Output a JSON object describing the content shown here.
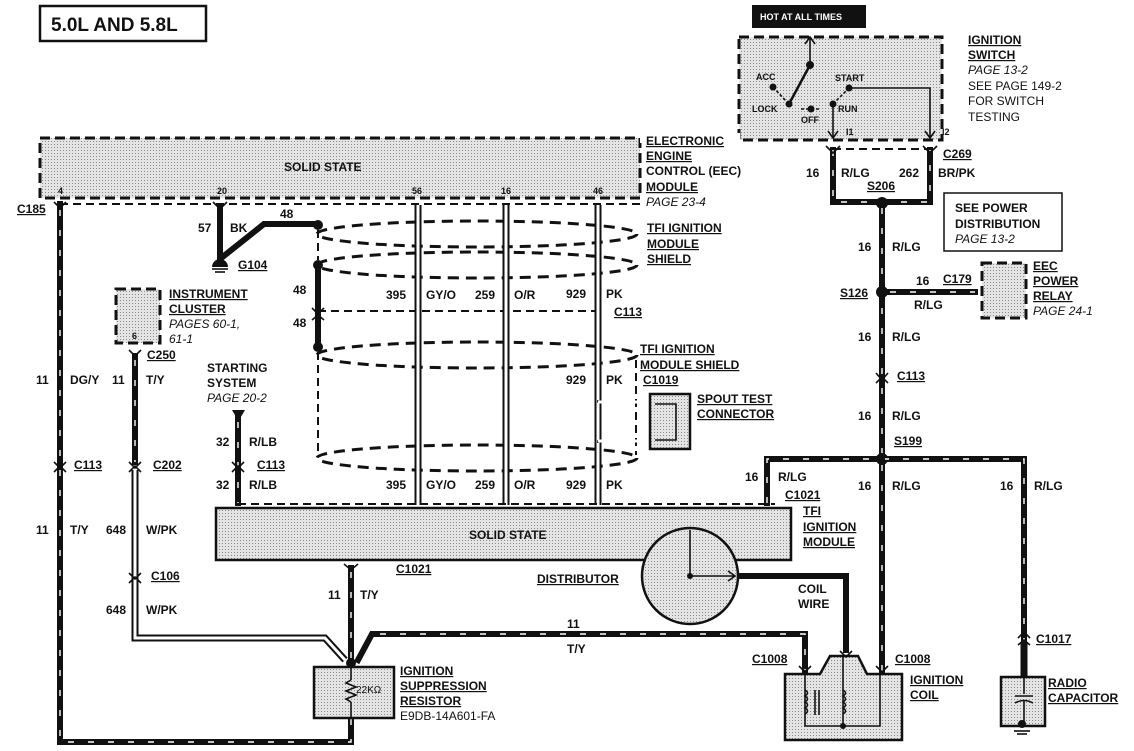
{
  "title": "5.0L AND 5.8L",
  "hot_label": "HOT AT ALL TIMES",
  "components": {
    "ignition_switch": {
      "name_lines": [
        "IGNITION",
        "SWITCH"
      ],
      "ref_lines": [
        "PAGE 13-2",
        "SEE PAGE 149-2",
        "FOR SWITCH",
        "TESTING"
      ],
      "positions": [
        "ACC",
        "LOCK",
        "OFF",
        "RUN",
        "START"
      ],
      "terminals": [
        "I1",
        "I2"
      ]
    },
    "eec_module": {
      "inner_label": "SOLID STATE",
      "name_lines": [
        "ELECTRONIC",
        "ENGINE",
        "CONTROL (EEC)",
        "MODULE"
      ],
      "ref": "PAGE 23-4",
      "pins": [
        "4",
        "20",
        "56",
        "16",
        "46"
      ]
    },
    "tfi_shield_top": {
      "name_lines": [
        "TFI IGNITION",
        "MODULE",
        "SHIELD"
      ]
    },
    "tfi_shield_bottom": {
      "name_lines": [
        "TFI IGNITION",
        "MODULE SHIELD"
      ]
    },
    "instrument_cluster": {
      "name_lines": [
        "INSTRUMENT",
        "CLUSTER"
      ],
      "ref_lines": [
        "PAGES 60-1,",
        "61-1"
      ],
      "pin": "6"
    },
    "starting_system": {
      "name_lines": [
        "STARTING",
        "SYSTEM"
      ],
      "ref": "PAGE 20-2"
    },
    "power_distribution": {
      "lines": [
        "SEE POWER",
        "DISTRIBUTION"
      ],
      "ref": "PAGE 13-2"
    },
    "eec_power_relay": {
      "name_lines": [
        "EEC",
        "POWER",
        "RELAY"
      ],
      "ref": "PAGE 24-1"
    },
    "spout": {
      "name_lines": [
        "SPOUT TEST",
        "CONNECTOR"
      ]
    },
    "tfi_module": {
      "inner_label": "SOLID STATE",
      "name_lines": [
        "TFI",
        "IGNITION",
        "MODULE"
      ]
    },
    "distributor": {
      "name": "DISTRIBUTOR"
    },
    "coil_wire": {
      "lines": [
        "COIL",
        "WIRE"
      ]
    },
    "suppression_resistor": {
      "name_lines": [
        "IGNITION",
        "SUPPRESSION",
        "RESISTOR"
      ],
      "part": "E9DB-14A601-FA",
      "value": "22KΩ"
    },
    "ignition_coil": {
      "name_lines": [
        "IGNITION",
        "COIL"
      ]
    },
    "radio_capacitor": {
      "name_lines": [
        "RADIO",
        "CAPACITOR"
      ]
    }
  },
  "connectors": {
    "c269": "C269",
    "s206": "S206",
    "s126": "S126",
    "c179": "C179",
    "c113_r": "C113",
    "s199": "S199",
    "c1021_r": "C1021",
    "c1021_b": "C1021",
    "c1008_l": "C1008",
    "c1008_r": "C1008",
    "c1017": "C1017",
    "c185": "C185",
    "g104": "G104",
    "c250": "C250",
    "c113_l": "C113",
    "c202": "C202",
    "c106": "C106",
    "c113_s": "C113",
    "c113_m": "C113",
    "c1019": "C1019"
  },
  "wires": {
    "w16_rlg_top": {
      "circuit": "16",
      "color": "R/LG"
    },
    "w262_brpk": {
      "circuit": "262",
      "color": "BR/PK"
    },
    "w16_rlg_a": {
      "circuit": "16",
      "color": "R/LG"
    },
    "w16_relay": {
      "circuit": "16",
      "color": "R/LG"
    },
    "w16_rlg_b": {
      "circuit": "16",
      "color": "R/LG"
    },
    "w16_rlg_c": {
      "circuit": "16",
      "color": "R/LG"
    },
    "w16_rlg_tfi": {
      "circuit": "16",
      "color": "R/LG"
    },
    "w16_rlg_coil": {
      "circuit": "16",
      "color": "R/LG"
    },
    "w16_rlg_cap": {
      "circuit": "16",
      "color": "R/LG"
    },
    "w57_bk": {
      "circuit": "57",
      "color": "BK"
    },
    "w48_a": {
      "circuit": "48"
    },
    "w48_b": {
      "circuit": "48"
    },
    "w48_c": {
      "circuit": "48"
    },
    "w395_a": {
      "circuit": "395",
      "color": "GY/O"
    },
    "w259_a": {
      "circuit": "259",
      "color": "O/R"
    },
    "w929_a": {
      "circuit": "929",
      "color": "PK"
    },
    "w929_b": {
      "circuit": "929",
      "color": "PK"
    },
    "w395_b": {
      "circuit": "395",
      "color": "GY/O"
    },
    "w259_b": {
      "circuit": "259",
      "color": "O/R"
    },
    "w929_c": {
      "circuit": "929",
      "color": "PK"
    },
    "w11_dgy": {
      "circuit": "11",
      "color": "DG/Y"
    },
    "w11_ty_cl": {
      "circuit": "11",
      "color": "T/Y"
    },
    "w11_ty_l": {
      "circuit": "11",
      "color": "T/Y"
    },
    "w648_a": {
      "circuit": "648",
      "color": "W/PK"
    },
    "w648_b": {
      "circuit": "648",
      "color": "W/PK"
    },
    "w32_a": {
      "circuit": "32",
      "color": "R/LB"
    },
    "w32_b": {
      "circuit": "32",
      "color": "R/LB"
    },
    "w11_ty_res": {
      "circuit": "11",
      "color": "T/Y"
    },
    "w11_ty_coil": {
      "circuit": "11",
      "color": "T/Y"
    }
  }
}
